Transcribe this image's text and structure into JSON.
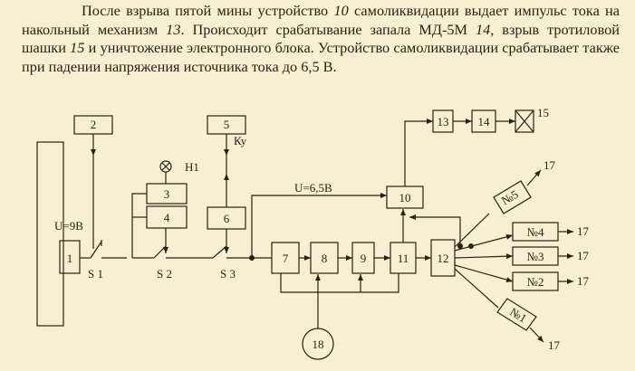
{
  "text": {
    "p1": "После взрыва пятой мины устройство ",
    "n10": "10",
    "p2": " самоликвидации выдает импульс тока на накольный механизм ",
    "n13": "13",
    "p3": ". Происходит срабатывание запала МД-5М ",
    "n14": "14",
    "p4": ", взрыв тротиловой шашки ",
    "n15": "15",
    "p5": " и уничтожение электронного блока. Устройство самоликвидации срабатывает также при падении напряжения источника тока до 6,5 В."
  },
  "diagram": {
    "blocks": {
      "b1": "1",
      "b2": "2",
      "b3": "3",
      "b4": "4",
      "b5": "5",
      "b6": "6",
      "b7": "7",
      "b8": "8",
      "b9": "9",
      "b10": "10",
      "b11": "11",
      "b12": "12",
      "b13": "13",
      "b14": "14",
      "b15": "15",
      "b18": "18"
    },
    "labels": {
      "u9": "U=9В",
      "u65": "U=6,5В",
      "h1": "Н1",
      "ky": "Ку",
      "s1": "S 1",
      "s2": "S 2",
      "s3": "S 3"
    },
    "mines": [
      "№5",
      "№4",
      "№3",
      "№2",
      "№1"
    ],
    "target": "17"
  },
  "colors": {
    "ink": "#2b2113",
    "paper": "#f7efd3"
  }
}
